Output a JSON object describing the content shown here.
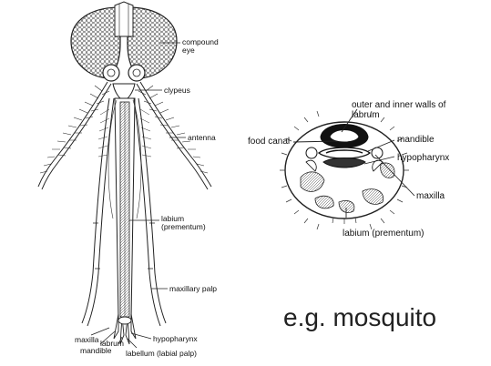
{
  "caption": "e.g. mosquito",
  "head_diagram": {
    "labels": {
      "compound_eye": "compound eye",
      "clypeus": "clypeus",
      "antenna": "antenna",
      "labium": "labium (prementum)",
      "maxillary_palp": "maxillary palp",
      "maxilla": "maxilla",
      "mandible": "mandible",
      "labrum": "labrum",
      "hypopharynx": "hypopharynx",
      "labellum": "labellum (labial palp)"
    }
  },
  "cross_section": {
    "labels": {
      "outer_inner_walls": "outer and inner walls of labrum",
      "food_canal": "food canal",
      "mandible": "mandible",
      "hypopharynx": "hypopharynx",
      "maxilla": "maxilla",
      "labium": "labium (prementum)"
    }
  },
  "colors": {
    "line": "#222222",
    "background": "#ffffff"
  }
}
